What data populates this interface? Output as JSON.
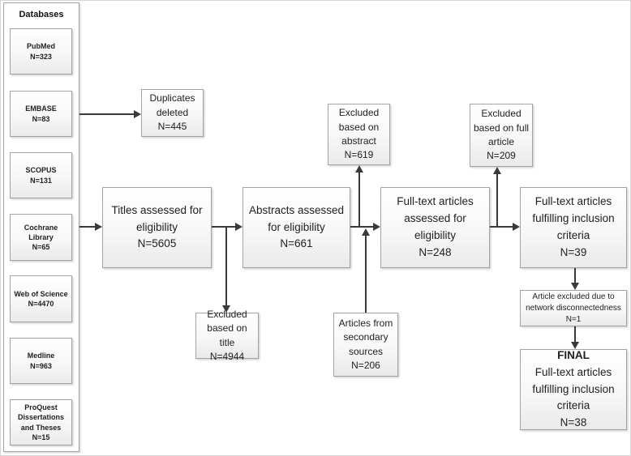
{
  "sidebar": {
    "title": "Databases",
    "items": [
      {
        "label": "PubMed",
        "count": "N=323"
      },
      {
        "label": "EMBASE",
        "count": "N=83"
      },
      {
        "label": "SCOPUS",
        "count": "N=131"
      },
      {
        "label": "Cochrane Library",
        "count": "N=65"
      },
      {
        "label": "Web of Science",
        "count": "N=4470"
      },
      {
        "label": "Medline",
        "count": "N=963"
      },
      {
        "label": "ProQuest Dissertations and Theses",
        "count": "N=15"
      }
    ]
  },
  "flow": {
    "duplicates": {
      "label": "Duplicates deleted",
      "count": "N=445"
    },
    "titles_assessed": {
      "label": "Titles assessed for eligibility",
      "count": "N=5605"
    },
    "excluded_title": {
      "label": "Excluded based on title",
      "count": "N=4944"
    },
    "abstracts_assessed": {
      "label": "Abstracts assessed for eligibility",
      "count": "N=661"
    },
    "excluded_abstract": {
      "label": "Excluded based on abstract",
      "count": "N=619"
    },
    "secondary_sources": {
      "label": "Articles from secondary sources",
      "count": "N=206"
    },
    "fulltext_assessed": {
      "label": "Full-text articles assessed for eligibility",
      "count": "N=248"
    },
    "excluded_full_article": {
      "label": "Excluded based on full article",
      "count": "N=209"
    },
    "fulltext_fulfilling": {
      "label": "Full-text articles fulfilling inclusion criteria",
      "count": "N=39"
    },
    "network_excluded": {
      "label": "Article excluded due to network disconnectedness",
      "count": "N=1"
    },
    "final": {
      "heading": "FINAL",
      "label": "Full-text articles fulfilling inclusion criteria",
      "count": "N=38"
    }
  },
  "colors": {
    "box_border": "#a3a3a3",
    "box_fill_top": "#ffffff",
    "box_fill_bottom": "#eaeaea",
    "arrow": "#3a3a3a",
    "text": "#212121"
  }
}
